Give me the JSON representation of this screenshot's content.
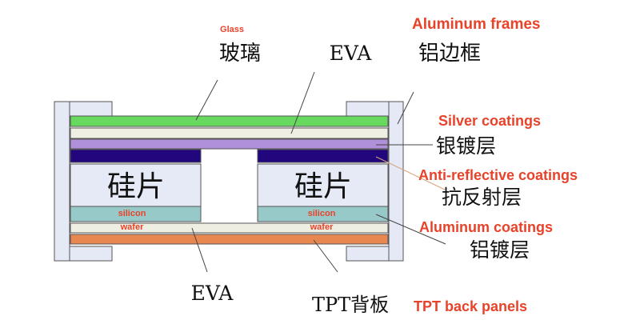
{
  "labels": {
    "glass_en": "Glass",
    "glass_cn": "玻璃",
    "eva_top": "EVA",
    "frame_en": "Aluminum frames",
    "frame_cn": "铝边框",
    "silver_en": "Silver coatings",
    "silver_cn": "银镀层",
    "ar_en": "Anti-reflective coatings",
    "ar_cn": "抗反射层",
    "al_en": "Aluminum coatings",
    "al_cn": "铝镀层",
    "eva_bottom": "EVA",
    "tpt_cn": "TPT背板",
    "tpt_en": "TPT back panels",
    "wafer_cn": "硅片",
    "wafer_en_1": "silicon",
    "wafer_en_2": "wafer"
  },
  "colors": {
    "glass": "#66d95e",
    "eva": "#eeeee2",
    "silver": "#b08fdb",
    "antireflective": "#22067e",
    "silicon": "#e6eaf6",
    "aluminum_coating": "#97c9c8",
    "tpt": "#e8874f",
    "frame": "#e4e9f5",
    "annotation": "#e8432a"
  }
}
